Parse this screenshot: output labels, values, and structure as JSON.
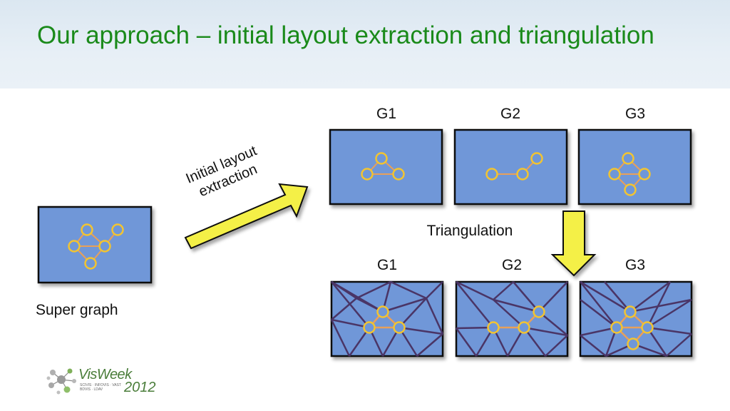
{
  "slide": {
    "title": "Our approach – initial layout extraction and triangulation"
  },
  "diagram": {
    "super_graph_label": "Super graph",
    "arrow_label_line1": "Initial layout",
    "arrow_label_line2": "extraction",
    "triangulation_label": "Triangulation",
    "top_row_labels": [
      "G1",
      "G2",
      "G3"
    ],
    "bottom_row_labels": [
      "G1",
      "G2",
      "G3"
    ]
  },
  "logo": {
    "name": "VisWeek",
    "year": "2012",
    "subtitle": "SCIVIS · INFOVIS · VAST BDVIS · LDAV"
  },
  "colors": {
    "title": "#1a8a1a",
    "panel_fill": "#6f97d8",
    "node": "#f2c431",
    "edge": "#e8a05a",
    "mesh": "#4a3566",
    "arrow": "#f4f046"
  }
}
